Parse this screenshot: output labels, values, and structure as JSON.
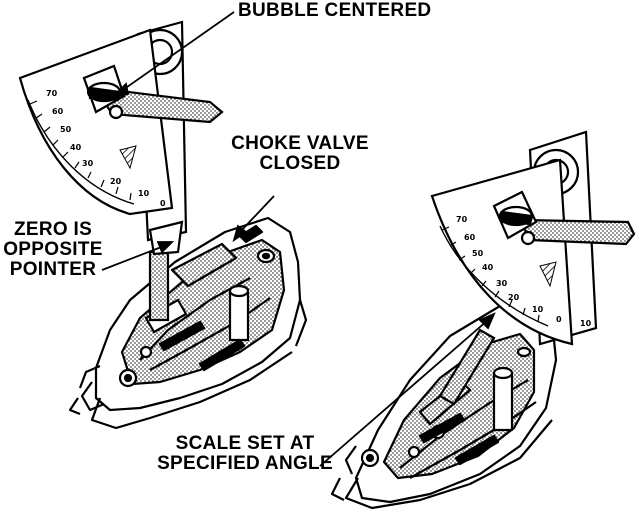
{
  "labels": {
    "bubble_centered": "BUBBLE CENTERED",
    "choke_valve_line1": "CHOKE VALVE",
    "choke_valve_line2": "CLOSED",
    "zero_line1": "ZERO IS",
    "zero_line2": "OPPOSITE",
    "zero_line3": "POINTER",
    "scale_line1": "SCALE SET AT",
    "scale_line2": "SPECIFIED ANGLE"
  },
  "left_scale_numbers": [
    "70",
    "60",
    "50",
    "40",
    "30",
    "20",
    "10",
    "0"
  ],
  "right_scale_numbers": [
    "70",
    "60",
    "50",
    "40",
    "30",
    "20",
    "10",
    "0",
    "10"
  ],
  "colors": {
    "ink": "#000000",
    "paper": "#ffffff"
  }
}
